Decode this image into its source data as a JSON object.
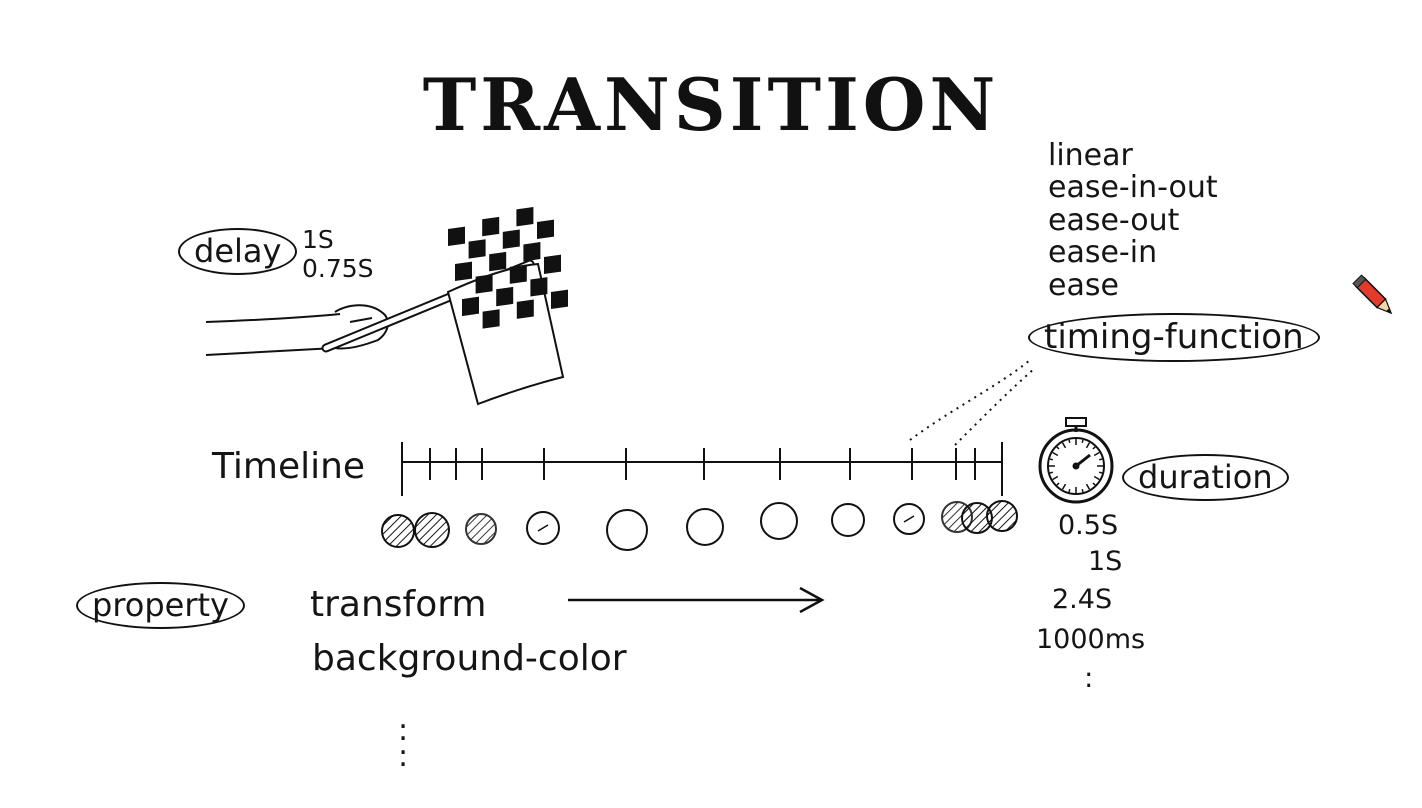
{
  "title": "TRANSITION",
  "delay": {
    "label": "delay",
    "values": [
      "1S",
      "0.75S"
    ]
  },
  "timeline_label": "Timeline",
  "timing_function": {
    "label": "timing-function",
    "values": [
      "linear",
      "ease-in-out",
      "ease-out",
      "ease-in",
      "ease"
    ]
  },
  "duration": {
    "label": "duration",
    "values": [
      "0.5S",
      "1S",
      "2.4S",
      "1000ms"
    ]
  },
  "property": {
    "label": "property",
    "values": [
      "transform",
      "background-color"
    ]
  },
  "continuation_mark": ":"
}
